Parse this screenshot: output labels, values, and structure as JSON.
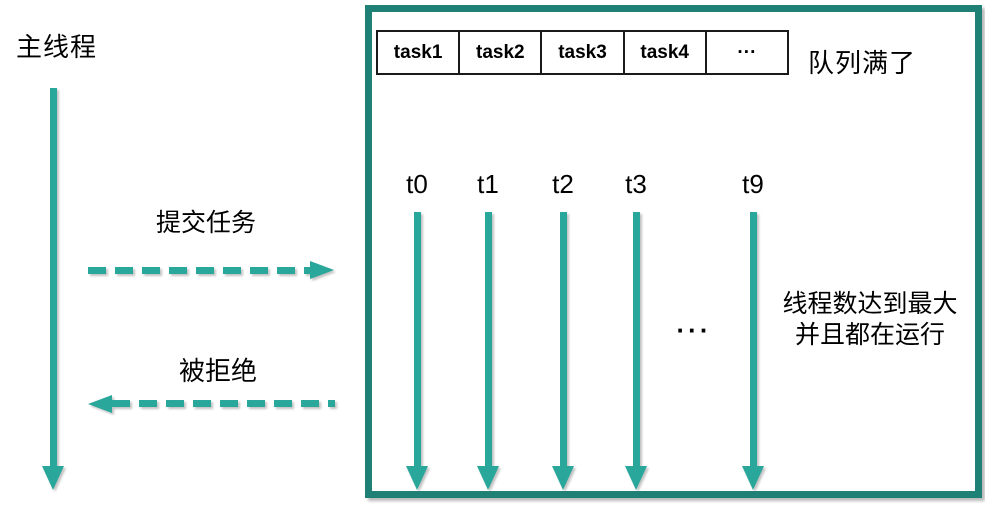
{
  "colors": {
    "teal": "#2AA79B",
    "box_border": "#1F8076",
    "text": "#000000",
    "table_border": "#1a1a1a",
    "background": "#FFFFFF"
  },
  "main_thread": {
    "label": "主线程"
  },
  "interactions": {
    "submit": {
      "label": "提交任务"
    },
    "reject": {
      "label": "被拒绝"
    }
  },
  "thread_pool": {
    "queue": {
      "cells": [
        "task1",
        "task2",
        "task3",
        "task4",
        "···"
      ],
      "status_label": "队列满了"
    },
    "threads": {
      "items": [
        {
          "label": "t0"
        },
        {
          "label": "t1"
        },
        {
          "label": "t2"
        },
        {
          "label": "t3"
        },
        {
          "label": "t9"
        }
      ],
      "ellipsis": "···",
      "note_line1": "线程数达到最大",
      "note_line2": "并且都在运行"
    }
  }
}
